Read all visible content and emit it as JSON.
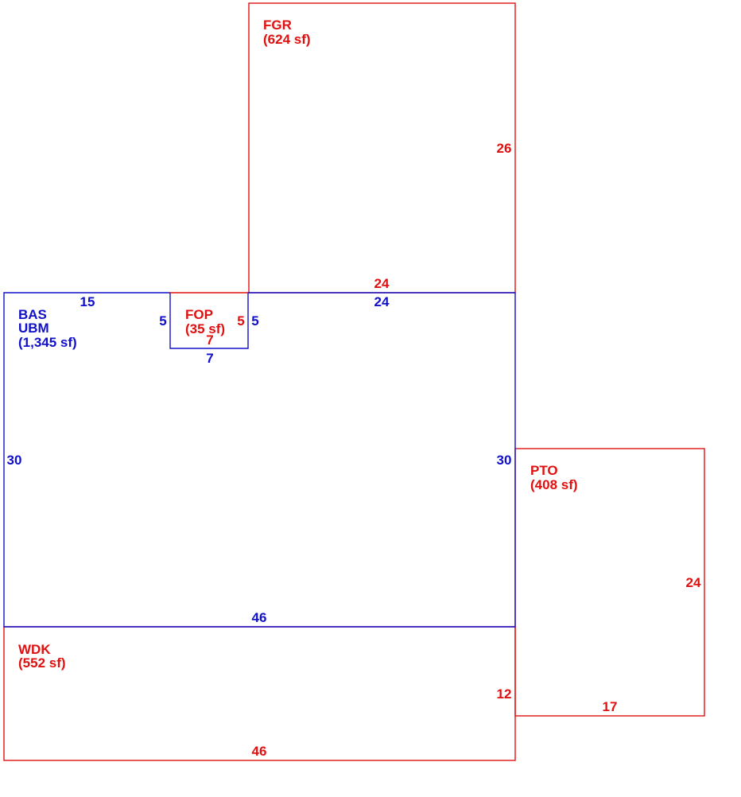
{
  "colors": {
    "living": "#1010c8",
    "exterior": "#e01010"
  },
  "areas": {
    "bas": {
      "code": "BAS",
      "code2": "UBM",
      "area": "(1,345 sf)",
      "dims": {
        "top_left": "15",
        "top_right": "24",
        "notch_left": "5",
        "notch_right": "5",
        "notch_bottom": "7",
        "left": "30",
        "right": "30",
        "bottom": "46"
      }
    },
    "fgr": {
      "code": "FGR",
      "area": "(624 sf)",
      "dims": {
        "right": "26",
        "bottom": "24"
      }
    },
    "fop": {
      "code": "FOP",
      "area": "(35 sf)",
      "dims": {
        "right": "5",
        "bottom": "7"
      }
    },
    "pto": {
      "code": "PTO",
      "area": "(408 sf)",
      "dims": {
        "right": "24",
        "bottom": "17"
      }
    },
    "wdk": {
      "code": "WDK",
      "area": "(552 sf)",
      "dims": {
        "right": "12",
        "bottom": "46"
      }
    }
  }
}
